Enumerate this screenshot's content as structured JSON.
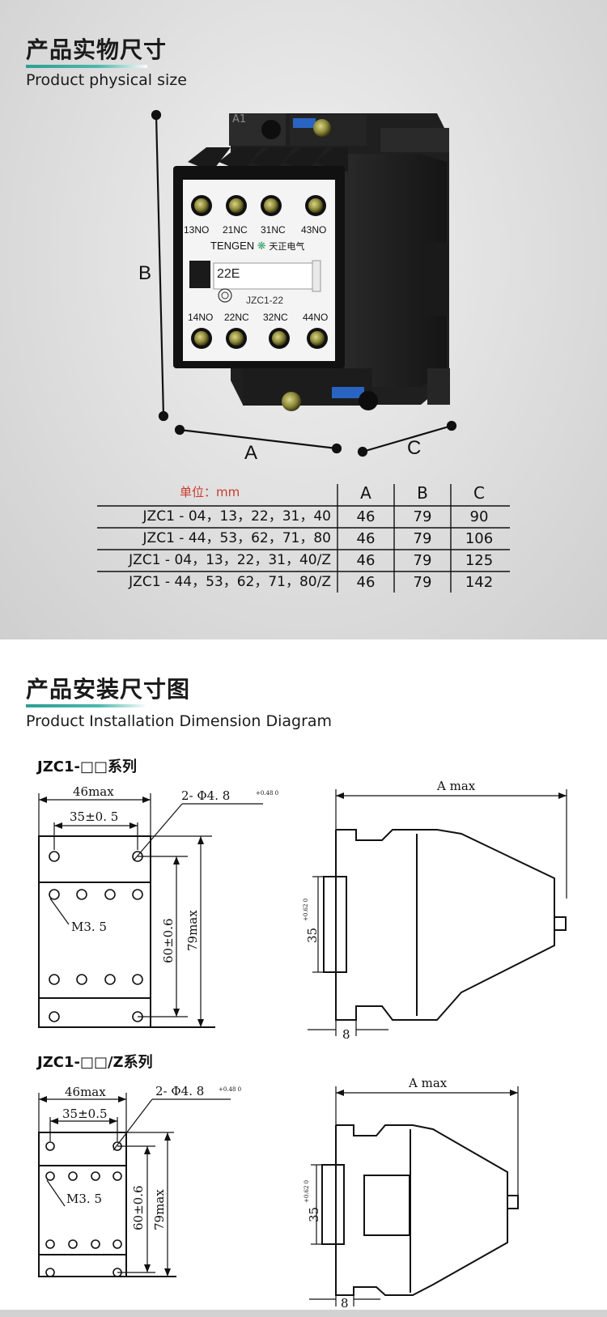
{
  "section1": {
    "title": "产品实物尺寸",
    "subtitle": "Product physical size",
    "accent_color": "#2e9e93"
  },
  "product": {
    "top_label": "A1",
    "brand": "TENGEN",
    "brand_cn": "天正电气",
    "module": "22E",
    "model": "JZC1-22",
    "terminals_top": [
      "13NO",
      "21NC",
      "31NC",
      "43NO"
    ],
    "terminals_bottom": [
      "14NO",
      "22NC",
      "32NC",
      "44NO"
    ],
    "dim_labels": {
      "a": "A",
      "b": "B",
      "c": "C"
    }
  },
  "spec_table": {
    "unit_label": "单位：mm",
    "unit_color": "#c83a2c",
    "headers": [
      "A",
      "B",
      "C"
    ],
    "rows": [
      {
        "model": "JZC1 - 04，13，22，31，40",
        "a": "46",
        "b": "79",
        "c": "90"
      },
      {
        "model": "JZC1 - 44，53，62，71，80",
        "a": "46",
        "b": "79",
        "c": "106"
      },
      {
        "model": "JZC1 - 04，13，22，31，40/Z",
        "a": "46",
        "b": "79",
        "c": "125"
      },
      {
        "model": "JZC1 - 44，53，62，71，80/Z",
        "a": "46",
        "b": "79",
        "c": "142"
      }
    ]
  },
  "section2": {
    "title": "产品安装尺寸图",
    "subtitle": "Product Installation Dimension Diagram"
  },
  "drawings": [
    {
      "series": "JZC1-□□系列",
      "width_max": "46max",
      "hole_spacing": "35±0. 5",
      "hole_note": "2- Φ4. 8",
      "hole_tol": "+0.48 0",
      "screw": "M3. 5",
      "height_spacing": "60±0.6",
      "height_max": "79max",
      "depth_max": "A max",
      "rail": "35",
      "rail_tol": "+0.62 0",
      "offset": "8"
    },
    {
      "series": "JZC1-□□/Z系列",
      "width_max": "46max",
      "hole_spacing": "35±0.5",
      "hole_note": "2- Φ4. 8",
      "hole_tol": "+0.48 0",
      "screw": "M3. 5",
      "height_spacing": "60±0.6",
      "height_max": "79max",
      "depth_max": "A  max",
      "rail": "35",
      "rail_tol": "+0.62 0",
      "offset": "8"
    }
  ]
}
